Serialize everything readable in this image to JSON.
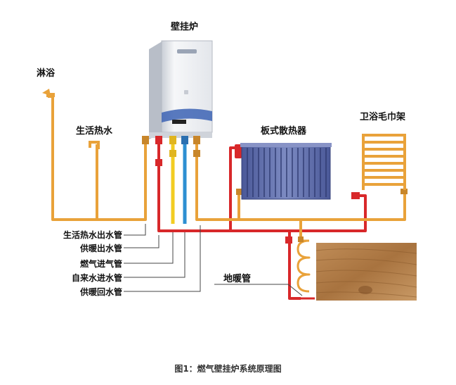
{
  "labels": {
    "boiler": "壁挂炉",
    "shower": "淋浴",
    "domestic_hot_water": "生活热水",
    "panel_radiator": "板式散热器",
    "towel_rack": "卫浴毛巾架",
    "floor_heating_pipe": "地暖管"
  },
  "pipe_legend": [
    "生活热水出水管",
    "供暖出水管",
    "燃气进气管",
    "自来水进水管",
    "供暖回水管"
  ],
  "caption": "图1：燃气壁挂炉系统原理图",
  "colors": {
    "hot_supply": "#d8282a",
    "return_pipe": "#e9a23a",
    "gas_pipe": "#f2cc22",
    "cold_water": "#2d8fd2",
    "radiator": "#5b6aa6",
    "wood": "#b5834f"
  }
}
